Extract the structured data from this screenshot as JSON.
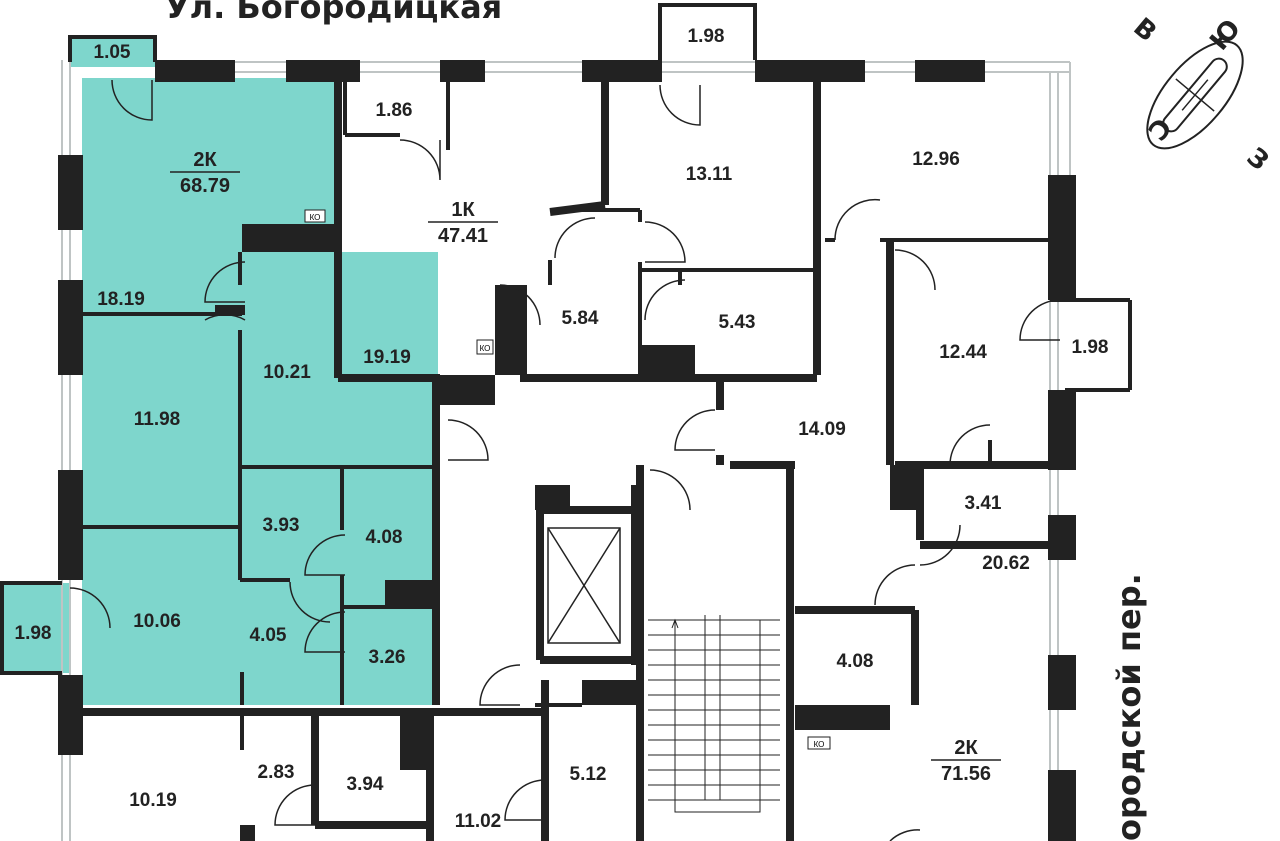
{
  "streets": {
    "top": "Ул. Богородицкая",
    "right": "ородской пер."
  },
  "compass": {
    "n": "С",
    "s": "Ю",
    "e": "В",
    "w": "З"
  },
  "colors": {
    "highlight": "#7ed6cc",
    "wall": "#222222",
    "window": "#cfd3d3"
  },
  "apartments": [
    {
      "type": "2К",
      "area": "68.79"
    },
    {
      "type": "1К",
      "area": "47.41"
    },
    {
      "type": "2К",
      "area": "71.56"
    }
  ],
  "rooms": {
    "r105": "1.05",
    "r198_top": "1.98",
    "r186": "1.86",
    "r1311": "13.11",
    "r1296": "12.96",
    "r1819": "18.19",
    "r584": "5.84",
    "r543": "5.43",
    "r1021": "10.21",
    "r1919": "19.19",
    "r1244": "12.44",
    "r198_right": "1.98",
    "r1198": "11.98",
    "r1409": "14.09",
    "r341": "3.41",
    "r393": "3.93",
    "r408_a": "4.08",
    "r2062": "20.62",
    "r198_left": "1.98",
    "r1006": "10.06",
    "r405": "4.05",
    "r326": "3.26",
    "r408_b": "4.08",
    "r1019": "10.19",
    "r283": "2.83",
    "r394": "3.94",
    "r512": "5.12",
    "r1102": "11.02"
  },
  "ko": [
    "КО",
    "КО",
    "КО"
  ]
}
